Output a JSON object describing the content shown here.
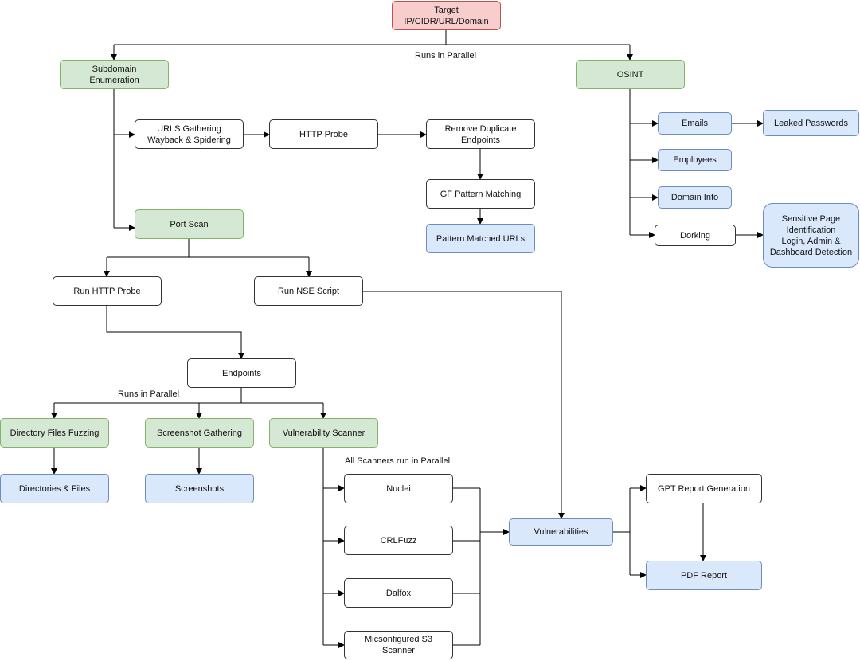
{
  "nodes": {
    "target": "Target\nIP/CIDR/URL/Domain",
    "subdomain": "Subdomain\nEnumeration",
    "osint": "OSINT",
    "urls_gathering": "URLS Gathering\nWayback & Spidering",
    "http_probe": "HTTP Probe",
    "remove_dup": "Remove Duplicate\nEndpoints",
    "gf_pattern": "GF Pattern Matching",
    "pattern_urls": "Pattern Matched URLs",
    "emails": "Emails",
    "leaked_passwords": "Leaked Passwords",
    "employees": "Employees",
    "domain_info": "Domain Info",
    "dorking": "Dorking",
    "sensitive_page": "Sensitive Page\nIdentification\nLogin, Admin &\nDashboard Detection",
    "port_scan": "Port Scan",
    "run_http_probe": "Run HTTP Probe",
    "run_nse": "Run NSE Script",
    "endpoints": "Endpoints",
    "dir_fuzzing": "Directory Files Fuzzing",
    "screenshot_gathering": "Screenshot Gathering",
    "vuln_scanner": "Vulnerability Scanner",
    "dirs_files": "Directories & Files",
    "screenshots": "Screenshots",
    "nuclei": "Nuclei",
    "crlfuzz": "CRLFuzz",
    "dalfox": "Dalfox",
    "s3_scanner": "Micsonfigured S3\nScanner",
    "vulnerabilities": "Vulnerabilities",
    "gpt_report": "GPT Report Generation",
    "pdf_report": "PDF Report"
  },
  "labels": {
    "runs_parallel_top": "Runs in Parallel",
    "runs_parallel_mid": "Runs in Parallel",
    "all_scanners": "All Scanners run in Parallel"
  },
  "colors": {
    "target_fill": "#f8cecc",
    "stage_fill": "#d5e8d4",
    "output_fill": "#dae8fc",
    "process_fill": "#ffffff"
  }
}
